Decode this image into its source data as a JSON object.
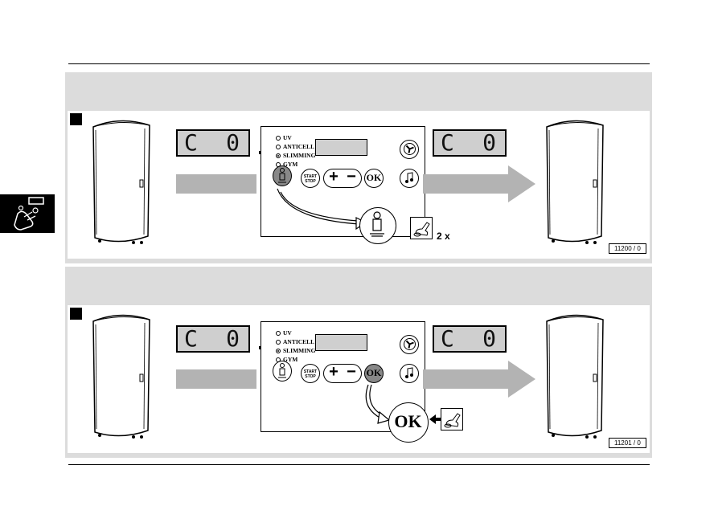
{
  "lcd": {
    "left_char": "C",
    "right_char": "0"
  },
  "programs": [
    {
      "label": "UV",
      "active": false
    },
    {
      "label": "ANTICELL",
      "active": false
    },
    {
      "label": "SLIMMING",
      "active": true
    },
    {
      "label": "GYM",
      "active": false
    }
  ],
  "buttons": {
    "start_stop_line1": "START",
    "start_stop_line2": "STOP",
    "plus": "+",
    "minus": "−",
    "ok": "OK"
  },
  "panel1": {
    "press_count": "2 x",
    "ref": "11200 / 0"
  },
  "panel2": {
    "ok_zoom": "OK",
    "ref": "11201 / 0"
  },
  "icons": [
    "user-in-cabin-icon",
    "fan-icon",
    "music-icon",
    "hand-press-icon"
  ]
}
